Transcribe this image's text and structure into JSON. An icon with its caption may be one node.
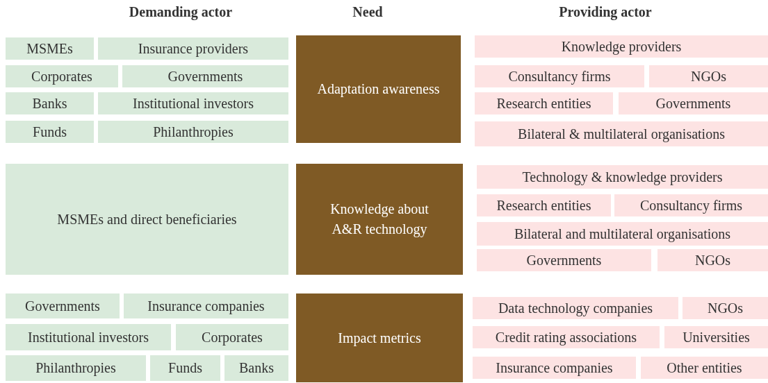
{
  "diagram": {
    "nodes": [
      {
        "text": [
          "MSMEs"
        ]
      },
      {
        "text": [
          "Insurance providers"
        ]
      },
      {
        "text": [
          "Corporates"
        ]
      },
      {
        "text": [
          "Governments"
        ]
      },
      {
        "text": [
          "Banks"
        ]
      },
      {
        "text": [
          "Institutional investors"
        ]
      },
      {
        "text": [
          "Funds"
        ]
      },
      {
        "text": [
          "Philanthropies"
        ]
      },
      {
        "text": [
          "Adaptation awareness"
        ]
      },
      {
        "text": [
          "Knowledge providers"
        ]
      },
      {
        "text": [
          "Consultancy firms"
        ]
      },
      {
        "text": [
          "NGOs"
        ]
      },
      {
        "text": [
          "Research entities"
        ]
      },
      {
        "text": [
          "Governments"
        ]
      },
      {
        "text": [
          "Bilateral & multilateral organisations"
        ]
      },
      {
        "text": [
          "MSMEs and direct beneficiaries"
        ]
      },
      {
        "text": [
          "Knowledge about A&R technology"
        ]
      },
      {
        "text": [
          "Technology & knowledge providers"
        ]
      },
      {
        "text": [
          "Research entities"
        ]
      },
      {
        "text": [
          "Consultancy firms"
        ]
      },
      {
        "text": [
          "Bilateral and multilateral organisations"
        ]
      },
      {
        "text": [
          "Governments"
        ]
      },
      {
        "text": [
          "NGOs"
        ]
      },
      {
        "text": [
          "Governments"
        ]
      },
      {
        "text": [
          "Insurance companies"
        ]
      },
      {
        "text": [
          "Institutional investors"
        ]
      },
      {
        "text": [
          "Corporates"
        ]
      },
      {
        "text": [
          "Philanthropies"
        ]
      },
      {
        "text": [
          "Funds"
        ]
      },
      {
        "text": [
          "Banks"
        ]
      },
      {
        "text": [
          "Impact metrics"
        ]
      },
      {
        "text": [
          "Data technology companies"
        ]
      },
      {
        "text": [
          "NGOs"
        ]
      },
      {
        "text": [
          "Credit rating associations"
        ]
      },
      {
        "text": [
          "Universities"
        ]
      },
      {
        "text": [
          "Insurance companies"
        ]
      },
      {
        "text": [
          "Other entities"
        ]
      }
    ],
    "labels": [
      "Demanding actor",
      "Need",
      "Providing actor"
    ]
  }
}
